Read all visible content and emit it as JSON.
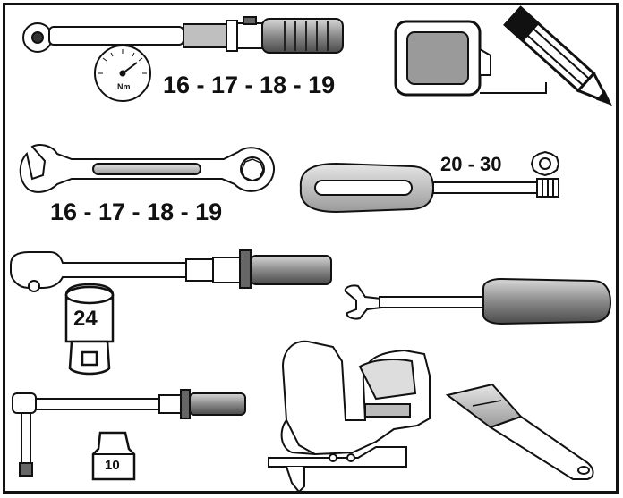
{
  "labels": {
    "torque_sizes": "16 - 17 - 18 - 19",
    "torque_unit": "Nm",
    "wrench_sizes": "16 - 17 - 18 - 19",
    "torx_sizes": "20 - 30",
    "socket_size": "24",
    "bit_size": "10"
  }
}
